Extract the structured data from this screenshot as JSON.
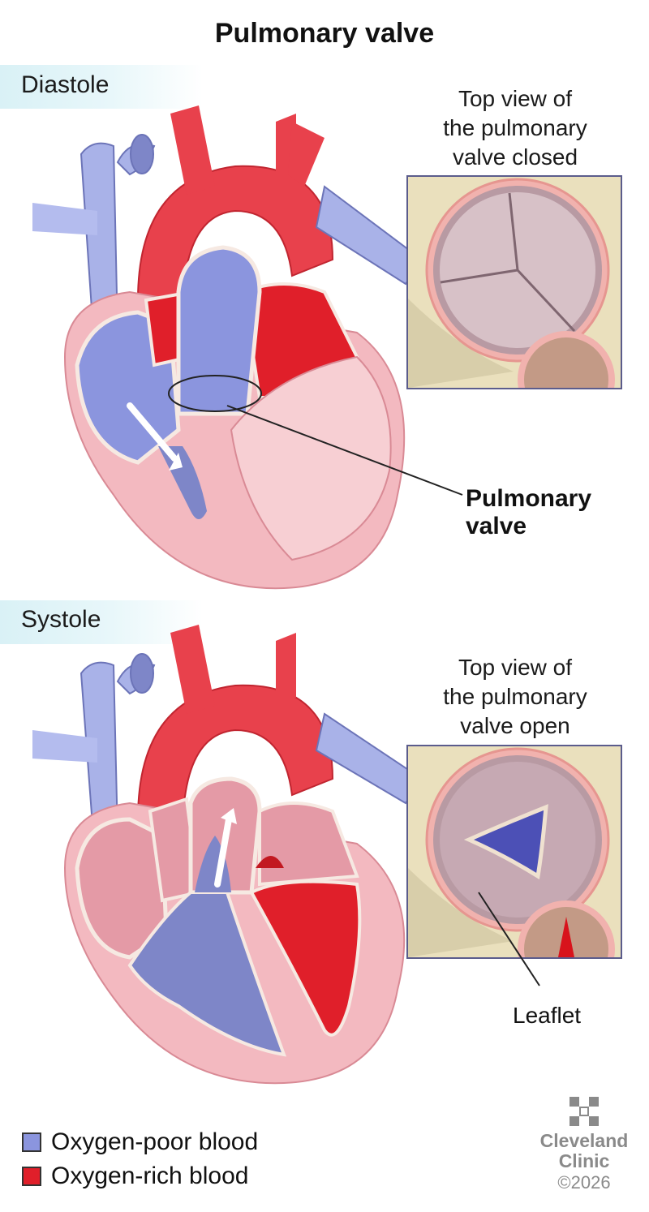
{
  "title": "Pulmonary valve",
  "colors": {
    "oxygen_poor": "#8b95de",
    "oxygen_rich": "#e01f2a",
    "heart_wall": "#f3b9c0",
    "frame": "#5b5c8c"
  },
  "diastole": {
    "stage": "Diastole",
    "inset_caption": [
      "Top view of",
      "the pulmonary",
      "valve closed"
    ],
    "callout": [
      "Pulmonary",
      "valve"
    ]
  },
  "systole": {
    "stage": "Systole",
    "inset_caption": [
      "Top view of",
      "the pulmonary",
      "valve open"
    ],
    "callout": "Leaflet"
  },
  "legend": [
    {
      "label": "Oxygen-poor blood",
      "color": "#8b95de"
    },
    {
      "label": "Oxygen-rich blood",
      "color": "#e01f2a"
    }
  ],
  "brand": {
    "name_line1": "Cleveland",
    "name_line2": "Clinic",
    "copyright": "©2026"
  }
}
